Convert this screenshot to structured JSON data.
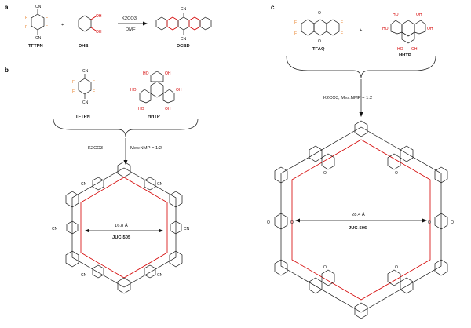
{
  "colors": {
    "red": "#d40000",
    "orange": "#e8822a",
    "black": "#111111"
  },
  "panel_a": {
    "label": "a",
    "reagent1": "TFTPN",
    "reagent2": "DHB",
    "conditions_top": "K2CO3",
    "conditions_bottom": "DMF",
    "product": "DCBD",
    "plus": "+"
  },
  "panel_b": {
    "label": "b",
    "reagent1": "TFTPN",
    "reagent2": "HHTP",
    "plus": "+",
    "conditions_base": "K2CO3",
    "conditions_solvent": "Mes:NMP = 1:2",
    "pore_size": "16.8 Å",
    "framework": "JUC-505"
  },
  "panel_c": {
    "label": "c",
    "reagent1": "TFAQ",
    "reagent2": "HHTP",
    "plus": "+",
    "conditions": "K2CO3, Mes:NMP = 1:2",
    "pore_size": "28.4 Å",
    "framework": "JUC-506"
  },
  "atoms": {
    "cn": "CN",
    "f": "F",
    "oh": "OH",
    "ho": "HO",
    "o": "O"
  }
}
